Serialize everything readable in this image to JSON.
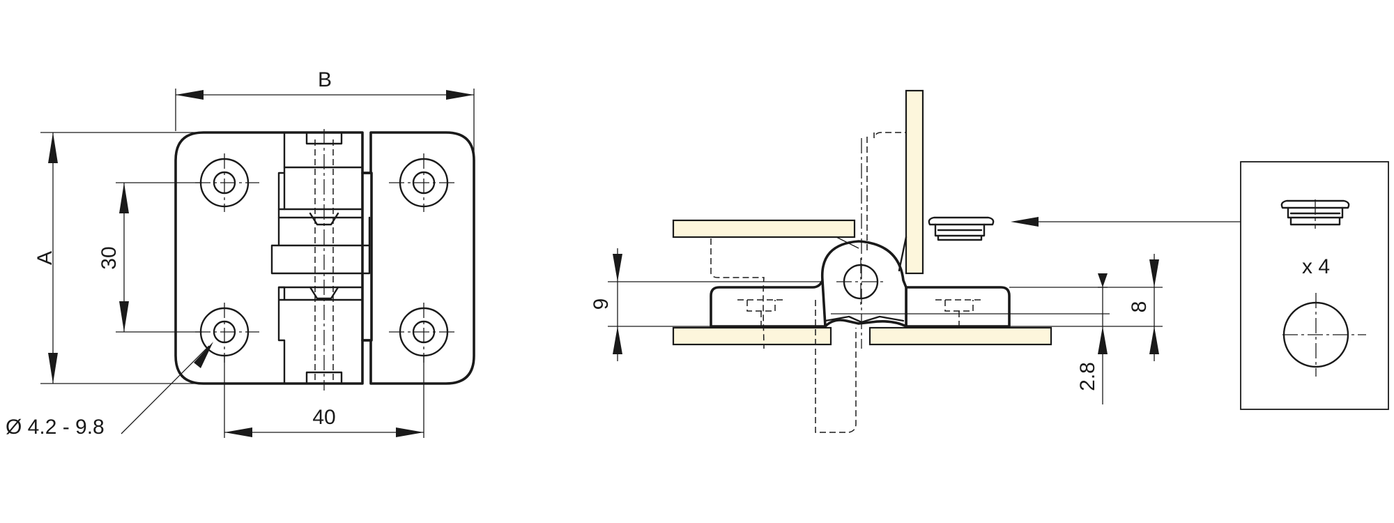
{
  "labels": {
    "dim_a": "A",
    "dim_b": "B",
    "dim_30": "30",
    "dim_40": "40",
    "hole_diameter": "Ø 4.2 - 9.8",
    "dim_9": "9",
    "dim_8": "8",
    "dim_2_8": "2.8",
    "cap_quantity": "x 4"
  },
  "colors": {
    "line": "#1a1a1a",
    "panel_fill": "#fdf6dc",
    "background": "#ffffff"
  }
}
